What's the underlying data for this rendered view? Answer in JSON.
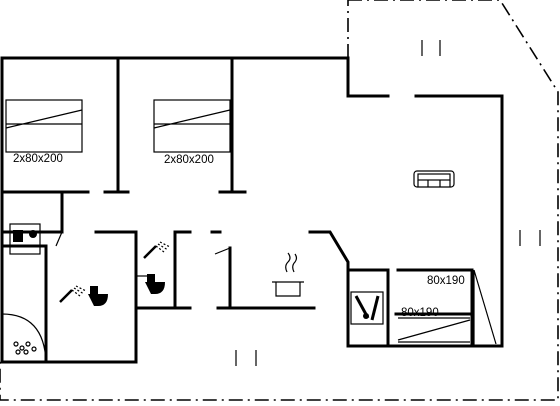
{
  "floorplan": {
    "rooms": {
      "bedroom_1": {
        "bed_label": "2x80x200"
      },
      "bedroom_2": {
        "bed_label": "2x80x200"
      },
      "bedroom_3": {
        "bed_upper_label": "80x190",
        "bed_lower_label": "80x190"
      }
    },
    "icons": [
      "sofa-icon",
      "cooking-pot-icon",
      "toilet-icon",
      "shower-icon",
      "washing-machine-icon",
      "spa-bath-icon",
      "dryer-icon",
      "window-mark"
    ],
    "colors": {
      "line": "#000000",
      "background": "#ffffff"
    }
  }
}
